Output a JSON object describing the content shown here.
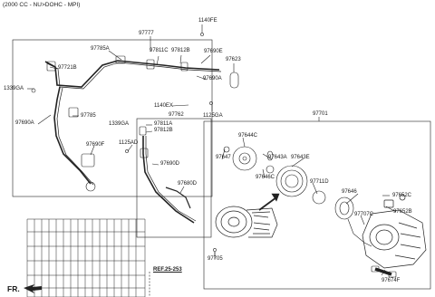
{
  "header": {
    "title": "(2000 CC - NU>DOHC - MPI)"
  },
  "front_marker": "FR.",
  "reference_label": "REF.25-253",
  "labels": {
    "p1140fe": "1140FE",
    "p97777": "97777",
    "p97785a": "97785A",
    "p97811c": "97811C",
    "p97812b_top": "97812B",
    "p97690e": "97690E",
    "p97721b": "97721B",
    "p97623": "97623",
    "p97690a_right": "97690A",
    "p1339ga_left": "1339GA",
    "p1140ex": "1140EX",
    "p97762": "97762",
    "p1125ga_top": "1125GA",
    "p97690a_left": "97690A",
    "p97785": "97785",
    "p97690f": "97690F",
    "p1125ad": "1125AD",
    "p1339ga_mid": "1339GA",
    "p97811a": "97811A",
    "p97812b_mid": "97812B",
    "p97690d": "97690D",
    "p97680d": "97680D",
    "p97701": "97701",
    "p97644c": "97644C",
    "p97647": "97647",
    "p97643a": "97643A",
    "p97643e": "97643E",
    "p97646c": "97646C",
    "p97711d": "97711D",
    "p97646": "97646",
    "p97652c": "97652C",
    "p97707c": "97707C",
    "p97652b": "97652B",
    "p97705": "97705",
    "p97674f": "97674F"
  }
}
